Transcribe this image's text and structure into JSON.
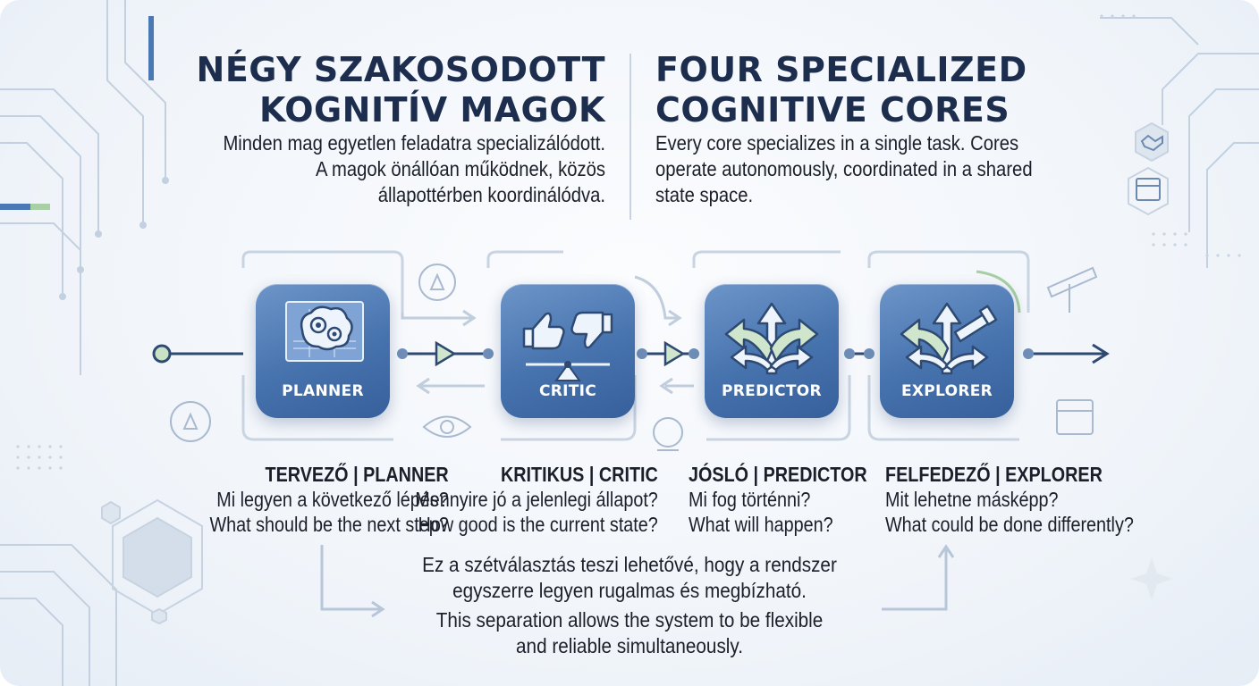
{
  "title_hu": [
    "NÉGY SZAKOSODOTT",
    "KOGNITÍV MAGOK"
  ],
  "title_en": [
    "FOUR SPECIALIZED",
    "COGNITIVE CORES"
  ],
  "intro_hu": [
    "Minden mag egyetlen feladatra specializálódott.",
    "A magok önállóan működnek,  közös",
    "állapottérben koordinálódva."
  ],
  "intro_en": [
    "Every core specializes in a single task. Cores",
    "operate autonomously, coordinated in a shared",
    "state space."
  ],
  "cores": [
    {
      "label": "PLANNER",
      "icon": "brain-gears-icon",
      "heading": "TERVEZŐ | PLANNER",
      "question_hu": "Mi legyen a következő lépés?",
      "question_en": "What should be the next step?"
    },
    {
      "label": "CRITIC",
      "icon": "thumbs-balance-icon",
      "heading": "KRITIKUS | CRITIC",
      "question_hu": "Mennyire jó a jelenlegi állapot?",
      "question_en": "How good is the current state?"
    },
    {
      "label": "PREDICTOR",
      "icon": "branching-arrows-icon",
      "heading": "JÓSLÓ | PREDICTOR",
      "question_hu": "Mi fog történni?",
      "question_en": "What will happen?"
    },
    {
      "label": "EXPLORER",
      "icon": "telescope-arrows-icon",
      "heading": "FELFEDEZŐ | EXPLORER",
      "question_hu": "Mit lehetne másképp?",
      "question_en": "What could be done differently?"
    }
  ],
  "summary_hu": [
    "Ez a szétválasztás teszi lehetővé, hogy a rendszer",
    "egyszerre legyen rugalmas és megbízható."
  ],
  "summary_en": [
    "This separation allows the system to be flexible",
    "and reliable simultaneously."
  ],
  "colors": {
    "core": "#4672ad",
    "line": "#2e4a72",
    "accent_green": "#8fbf8a",
    "title": "#1c2d4d"
  }
}
